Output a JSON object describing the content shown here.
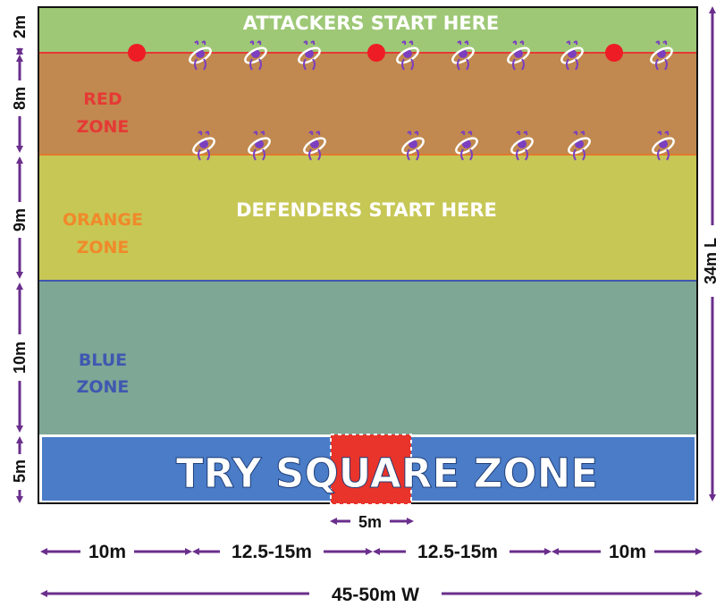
{
  "zones": {
    "attackers": {
      "label": "ATTACKERS START HERE",
      "color": "#9ec876",
      "depth": "2m"
    },
    "red": {
      "label_line1": "RED",
      "label_line2": "ZONE",
      "color": "#c1894f",
      "label_color": "#e53935",
      "depth": "8m"
    },
    "orange": {
      "label_line1": "ORANGE",
      "label_line2": "ZONE",
      "color": "#c7c756",
      "label_color": "#f0892a",
      "depth": "9m",
      "caption": "DEFENDERS START HERE"
    },
    "blue": {
      "label_line1": "BLUE",
      "label_line2": "ZONE",
      "color": "#7fa795",
      "label_color": "#3f58b0",
      "depth": "10m"
    },
    "try": {
      "label": "TRY SQUARE ZONE",
      "color": "#4a7cc8",
      "depth": "5m",
      "square_color": "#e8342a",
      "square_width": "5m"
    }
  },
  "length_label": "34m L",
  "width_segments": [
    "10m",
    "12.5-15m",
    "12.5-15m",
    "10m"
  ],
  "total_width": "45-50m W",
  "markers": {
    "line_color": "#e53935",
    "cone_color": "#ee1c25",
    "player_color": "#7b3fbf"
  },
  "arrow_color": "#6a2e8c"
}
